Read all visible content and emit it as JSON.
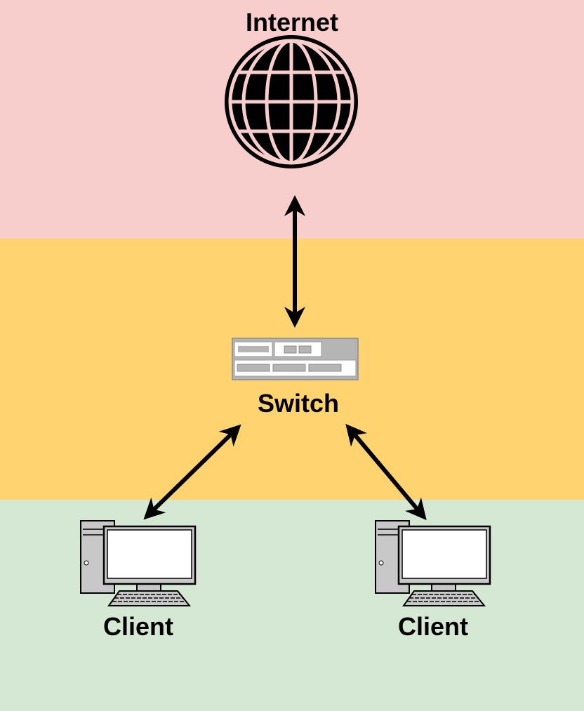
{
  "zones": {
    "internet": {
      "color": "#f8cecc"
    },
    "switch": {
      "color": "#ffd470"
    },
    "clients": {
      "color": "#d5e8d4"
    }
  },
  "nodes": {
    "internet": {
      "label": "Internet",
      "icon": "globe-icon"
    },
    "switch": {
      "label": "Switch",
      "icon": "network-switch-icon"
    },
    "client_1": {
      "label": "Client",
      "icon": "desktop-computer-icon"
    },
    "client_2": {
      "label": "Client",
      "icon": "desktop-computer-icon"
    }
  },
  "connections": [
    {
      "from": "internet",
      "to": "switch",
      "direction": "bidirectional"
    },
    {
      "from": "switch",
      "to": "client_1",
      "direction": "bidirectional"
    },
    {
      "from": "switch",
      "to": "client_2",
      "direction": "bidirectional"
    }
  ]
}
